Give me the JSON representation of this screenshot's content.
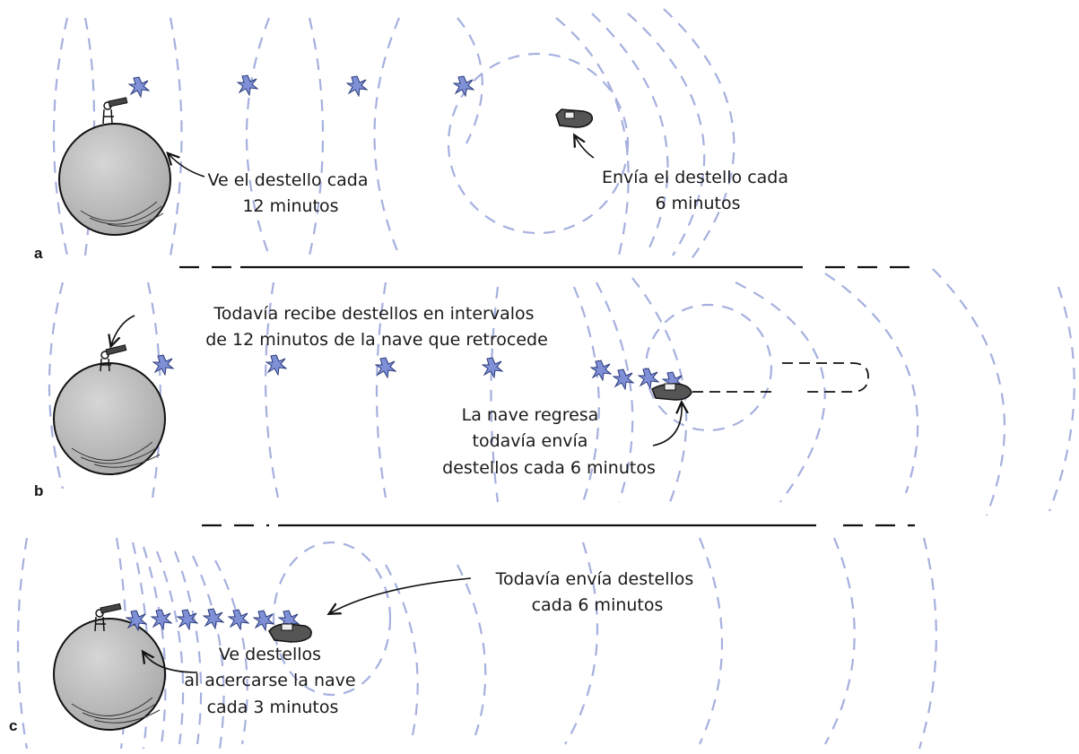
{
  "panels": {
    "a": {
      "letter": "a",
      "observer_caption": [
        "Ve el destello cada",
        "12 minutos"
      ],
      "ship_caption": [
        "Envía el destello cada",
        "6 minutos"
      ]
    },
    "b": {
      "letter": "b",
      "observer_caption": [
        "Todavía recibe destellos en intervalos",
        "de 12 minutos de la nave que retrocede"
      ],
      "ship_caption": [
        "La nave regresa",
        "todavía envía",
        "destellos cada 6 minutos"
      ]
    },
    "c": {
      "letter": "c",
      "observer_caption": [
        "Ve destellos",
        "al acercarse la nave",
        "cada 3 minutos"
      ],
      "ship_caption": [
        "Todavía envía destellos",
        "cada 6 minutos"
      ]
    }
  },
  "colors": {
    "wavefront": "#a6b0de",
    "flash": "#7f90d6",
    "planet": "#c8c8c8",
    "ship": "#555555",
    "ink": "#111111"
  },
  "icons": [
    "planet-icon",
    "telescope-observer-icon",
    "spaceship-icon",
    "flash-icon"
  ]
}
